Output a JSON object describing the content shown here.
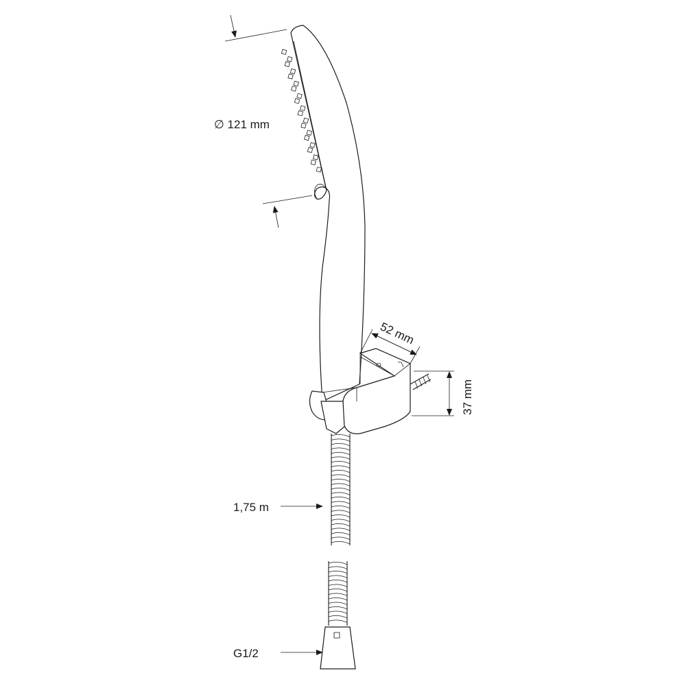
{
  "dimensions": {
    "head_diameter": "∅ 121 mm",
    "holder_depth": "52 mm",
    "holder_height": "37 mm",
    "hose_length": "1,75 m",
    "connector_thread": "G1/2"
  },
  "colors": {
    "line": "#1a1a1a",
    "background": "#ffffff"
  }
}
